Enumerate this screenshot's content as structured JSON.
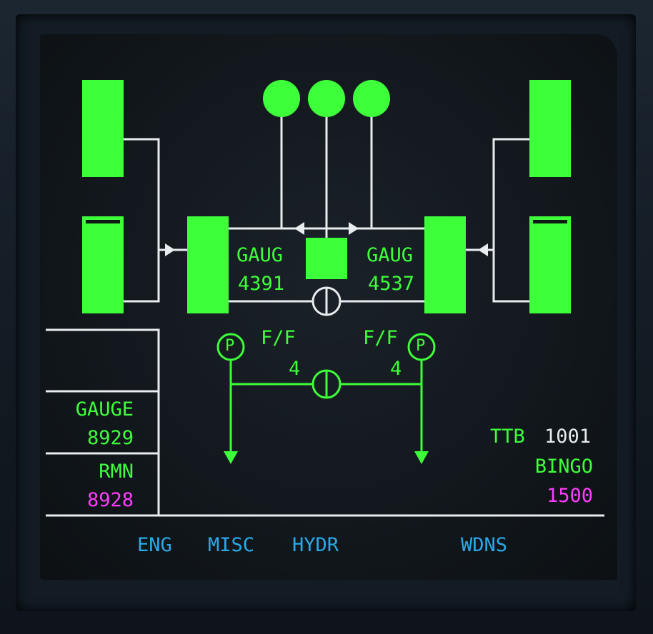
{
  "left_tank": {
    "label": "GAUG",
    "value": "4391"
  },
  "right_tank": {
    "label": "GAUG",
    "value": "4537"
  },
  "left_fuel_flow": {
    "label": "F/F",
    "value": "4",
    "pump_label": "P"
  },
  "right_fuel_flow": {
    "label": "F/F",
    "value": "4",
    "pump_label": "P"
  },
  "totals": {
    "gauge_label": "GAUGE",
    "gauge_value": "8929",
    "rmn_label": "RMN",
    "rmn_value": "8928"
  },
  "ttb": {
    "label": "TTB",
    "value": "1001"
  },
  "bingo": {
    "label": "BINGO",
    "value": "1500"
  },
  "menu": {
    "eng": "ENG",
    "misc": "MISC",
    "hydr": "HYDR",
    "wdns": "WDNS"
  },
  "colors": {
    "green": "#3dff3a",
    "white": "#e8ecef",
    "magenta": "#ff3cff",
    "cyan": "#2aa9e8"
  }
}
